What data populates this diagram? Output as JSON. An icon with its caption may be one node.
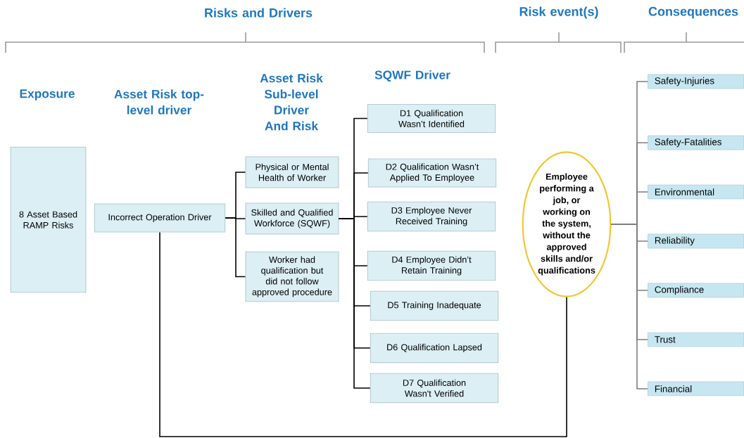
{
  "diagram": {
    "nodes": [
      {
        "text": [
          "8 Asset Based RAMP Risks"
        ]
      },
      {
        "text": [
          "Incorrect Operation Driver"
        ]
      },
      {
        "text": [
          "Physical or Mental Health of Worker"
        ]
      },
      {
        "text": [
          "Skilled and Qualified Workforce (SQWF)"
        ]
      },
      {
        "text": [
          "Worker had qualification but did not follow approved procedure"
        ]
      },
      {
        "text": [
          "D1 Qualification Wasn’t Identified"
        ]
      },
      {
        "text": [
          "D2 Qualification Wasn’t Applied To Employee"
        ]
      },
      {
        "text": [
          "D3 Employee Never Received Training"
        ]
      },
      {
        "text": [
          "D4 Employee Didn’t Retain Training"
        ]
      },
      {
        "text": [
          "D5 Training Inadequate"
        ]
      },
      {
        "text": [
          "D6 Qualification Lapsed"
        ]
      },
      {
        "text": [
          "D7 Qualification Wasn't Verified"
        ]
      },
      {
        "text": [
          "Employee performing a job, or working on the system, without the approved skills and/or qualifications"
        ]
      },
      {
        "text": [
          "Safety-Injuries"
        ]
      },
      {
        "text": [
          "Safety-Fatalities"
        ]
      },
      {
        "text": [
          "Environmental"
        ]
      },
      {
        "text": [
          "Reliability"
        ]
      },
      {
        "text": [
          "Compliance"
        ]
      },
      {
        "text": [
          "Trust"
        ]
      },
      {
        "text": [
          "Financial"
        ]
      }
    ],
    "edges": [
      {
        "from": 1,
        "to": 2,
        "arrow": "none"
      },
      {
        "from": 1,
        "to": 3,
        "arrow": "none"
      },
      {
        "from": 1,
        "to": 4,
        "arrow": "none"
      },
      {
        "from": 3,
        "to": 5,
        "arrow": "none"
      },
      {
        "from": 3,
        "to": 6,
        "arrow": "none"
      },
      {
        "from": 3,
        "to": 7,
        "arrow": "none"
      },
      {
        "from": 3,
        "to": 8,
        "arrow": "none"
      },
      {
        "from": 3,
        "to": 9,
        "arrow": "none"
      },
      {
        "from": 3,
        "to": 10,
        "arrow": "none"
      },
      {
        "from": 3,
        "to": 11,
        "arrow": "none"
      },
      {
        "from": 1,
        "to": 12,
        "arrow": "none"
      },
      {
        "from": 12,
        "to": 13,
        "arrow": "none",
        "color": "#7f7f7f"
      },
      {
        "from": 12,
        "to": 14,
        "arrow": "none",
        "color": "#7f7f7f"
      },
      {
        "from": 12,
        "to": 15,
        "arrow": "none",
        "color": "#7f7f7f"
      },
      {
        "from": 12,
        "to": 16,
        "arrow": "none",
        "color": "#7f7f7f"
      },
      {
        "from": 12,
        "to": 17,
        "arrow": "none",
        "color": "#7f7f7f"
      },
      {
        "from": 12,
        "to": 18,
        "arrow": "none",
        "color": "#7f7f7f"
      },
      {
        "from": 12,
        "to": 19,
        "arrow": "none",
        "color": "#7f7f7f"
      }
    ],
    "labels": [
      "Risks and Drivers",
      "Risk event(s)",
      "Consequences",
      "Exposure",
      "Asset Risk top-level driver",
      "Asset Risk Sub-level Driver And Risk",
      "SQWF Driver"
    ]
  }
}
